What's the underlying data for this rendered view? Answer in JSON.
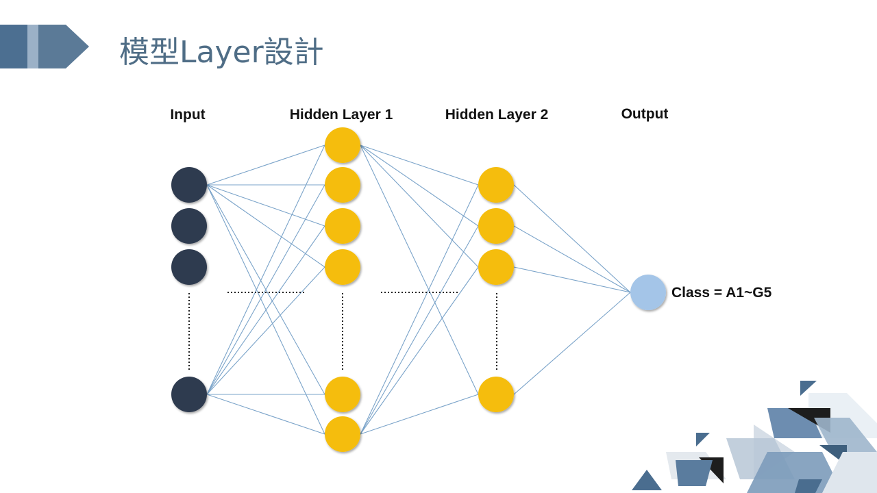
{
  "slide": {
    "title": "模型Layer設計"
  },
  "layers": [
    {
      "label": "Input",
      "role": "input",
      "nodes_shown": 4,
      "color": "#2e3a4f"
    },
    {
      "label": "Hidden Layer 1",
      "role": "hidden",
      "nodes_shown": 6,
      "color": "#f5bd0f"
    },
    {
      "label": "Hidden Layer 2",
      "role": "hidden",
      "nodes_shown": 4,
      "color": "#f5bd0f"
    },
    {
      "label": "Output",
      "role": "output",
      "nodes_shown": 1,
      "color": "#a4c5e8"
    }
  ],
  "output": {
    "class_label": "Class = A1~G5"
  },
  "colors": {
    "title": "#4f6d86",
    "connection": "#7aa3c9",
    "accent_dark": "#3e5f7d",
    "accent_light": "#9fb6cc"
  }
}
